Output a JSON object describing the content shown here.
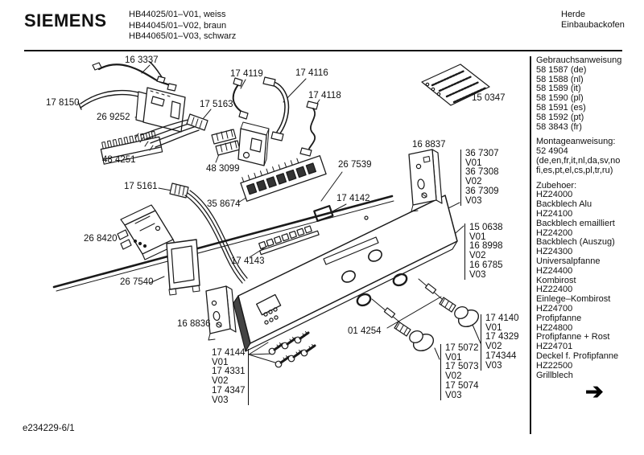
{
  "header": {
    "brand": "SIEMENS",
    "models": [
      "HB44025/01–V01, weiss",
      "HB44045/01–V02, braun",
      "HB44065/01–V03, schwarz"
    ],
    "product_line": "Herde",
    "product_type": "Einbaubackofen"
  },
  "sidebar": {
    "usage_title": "Gebrauchsanweisung",
    "usage": [
      "58 1587 (de)",
      "58 1588 (nl)",
      "58 1589 (it)",
      "58 1590 (pl)",
      "58 1591 (es)",
      "58 1592 (pt)",
      "58 3843 (fr)"
    ],
    "montage_title": "Montageanweisung:",
    "montage_number": "52 4904",
    "montage_langs_1": "(de,en,fr,it,nl,da,sv,no",
    "montage_langs_2": "fi,es,pt,el,cs,pl,tr,ru)",
    "accessories_title": "Zubehoer:",
    "accessories": [
      {
        "code": "HZ24000",
        "name": "Backblech Alu"
      },
      {
        "code": "HZ24100",
        "name": "Backblech emailliert"
      },
      {
        "code": "HZ24200",
        "name": "Backblech (Auszug)"
      },
      {
        "code": "HZ24300",
        "name": "Universalpfanne"
      },
      {
        "code": "HZ24400",
        "name": "Kombirost"
      },
      {
        "code": "HZ22400",
        "name": "Einlege–Kombirost"
      },
      {
        "code": "HZ24700",
        "name": "Profipfanne"
      },
      {
        "code": "HZ24800",
        "name": "Profipfanne + Rost"
      },
      {
        "code": "HZ24701",
        "name": "Deckel f. Profipfanne"
      },
      {
        "code": "HZ22500",
        "name": "Grillblech"
      }
    ]
  },
  "icons": {
    "next_page_arrow": "➔"
  },
  "footer": {
    "doc_number": "e234229-6/1"
  },
  "diagram": {
    "labels": [
      {
        "part": "16 3337"
      },
      {
        "part": "17 8150"
      },
      {
        "part": "26 9252"
      },
      {
        "part": "17 5163"
      },
      {
        "part": "17 4119"
      },
      {
        "part": "17 4116"
      },
      {
        "part": "17 4118"
      },
      {
        "part": "48 4251"
      },
      {
        "part": "48 3099"
      },
      {
        "part": "17 5161"
      },
      {
        "part": "35 8674"
      },
      {
        "part": "26 7539"
      },
      {
        "part": "15 0347"
      },
      {
        "part": "16 8837"
      },
      {
        "part": "17 4142"
      },
      {
        "part": "26 8420"
      },
      {
        "part": "17 4143"
      },
      {
        "part": "26 7540"
      },
      {
        "part": "16 8836"
      },
      {
        "part": "01 4254"
      }
    ],
    "stacks": [
      {
        "lines": [
          "36 7307",
          "V01",
          "36 7308",
          "V02",
          "36 7309",
          "V03"
        ]
      },
      {
        "lines": [
          "15 0638",
          "V01",
          "16 8998",
          "V02",
          "16 6785",
          "V03"
        ]
      },
      {
        "lines": [
          "17 4140",
          "V01",
          "17 4329",
          "V02",
          "174344",
          "V03"
        ]
      },
      {
        "lines": [
          "17 5072",
          "V01",
          "17 5073",
          "V02",
          "17 5074",
          "V03"
        ]
      },
      {
        "lines": [
          "17 4144",
          "V01",
          "17 4331",
          "V02",
          "17 4347",
          "V03"
        ]
      }
    ]
  }
}
